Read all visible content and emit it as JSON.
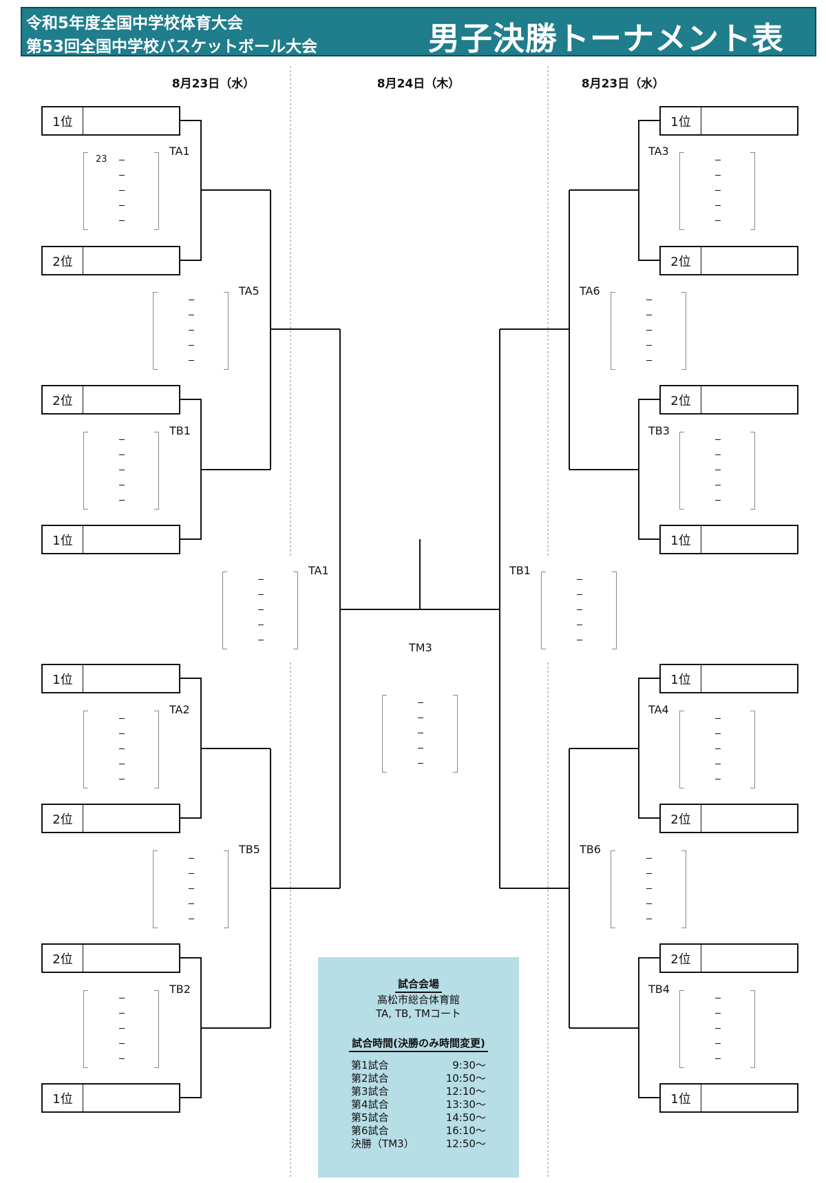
{
  "header": {
    "line1": "令和5年度全国中学校体育大会",
    "line2": "第53回全国中学校バスケットボール大会",
    "title": "男子決勝トーナメント表"
  },
  "dates": {
    "left": "8月23日（水）",
    "center": "8月24日（木）",
    "right": "8月23日（水）"
  },
  "slots": {
    "left": [
      "1位",
      "2位",
      "2位",
      "1位",
      "1位",
      "2位",
      "2位",
      "1位"
    ],
    "right": [
      "1位",
      "2位",
      "2位",
      "1位",
      "1位",
      "2位",
      "2位",
      "1位"
    ]
  },
  "codes": {
    "ta1": "TA1",
    "tb1": "TB1",
    "ta2": "TA2",
    "tb2": "TB2",
    "ta5": "TA5",
    "tb5": "TB5",
    "ta3": "TA3",
    "tb3": "TB3",
    "ta4": "TA4",
    "tb4": "TB4",
    "ta6": "TA6",
    "tb6": "TB6",
    "semi_left": "TA1",
    "semi_right": "TB1",
    "final": "TM3"
  },
  "scores": {
    "ta1_first": "23"
  },
  "info": {
    "venue_heading": "試合会場",
    "venue_name": "高松市総合体育館",
    "courts": "TA, TB, TMコート",
    "time_heading": "試合時間(決勝のみ時間変更)",
    "schedule": [
      {
        "game": "第1試合",
        "time": "9:30～"
      },
      {
        "game": "第2試合",
        "time": "10:50～"
      },
      {
        "game": "第3試合",
        "time": "12:10～"
      },
      {
        "game": "第4試合",
        "time": "13:30～"
      },
      {
        "game": "第5試合",
        "time": "14:50～"
      },
      {
        "game": "第6試合",
        "time": "16:10～"
      },
      {
        "game": "決勝（TM3）",
        "time": "12:50～"
      }
    ]
  }
}
